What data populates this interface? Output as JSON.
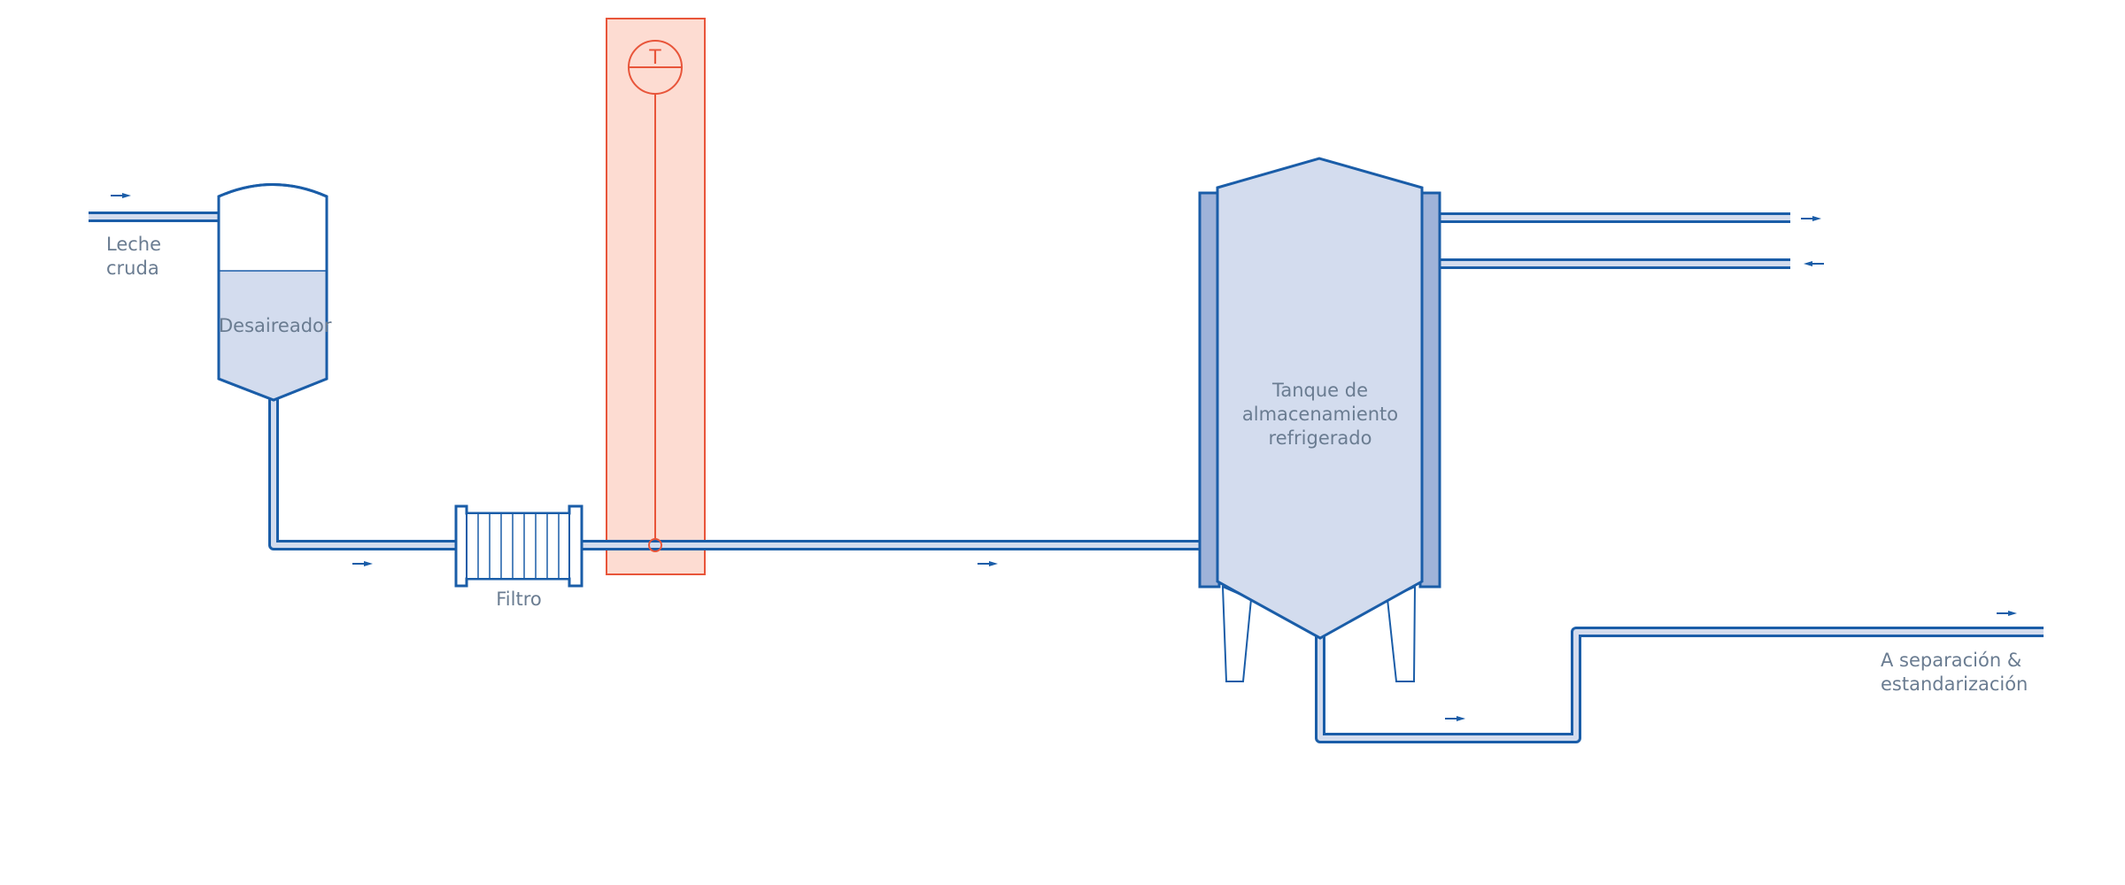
{
  "colors": {
    "pipe": "#1a5da8",
    "pipe_fill": "#d3dcee",
    "tank_fill": "#d3dcee",
    "jacket_fill": "#9fb3d9",
    "sensor_band": "#fddcd2",
    "sensor_line": "#e8553a",
    "label": "#6a7c91",
    "background": "#ffffff"
  },
  "labels": {
    "raw_milk": [
      "Leche",
      "cruda"
    ],
    "deaerator": "Desaireador",
    "filter": "Filtro",
    "storage_tank": [
      "Tanque de",
      "almacenamiento",
      "refrigerado"
    ],
    "outlet": [
      "A separación &",
      "estandarización"
    ]
  },
  "sensor": {
    "symbol": "T"
  },
  "icons": {
    "flow_arrow": "flow-arrow-icon",
    "temperature_sensor": "temperature-sensor-icon"
  }
}
